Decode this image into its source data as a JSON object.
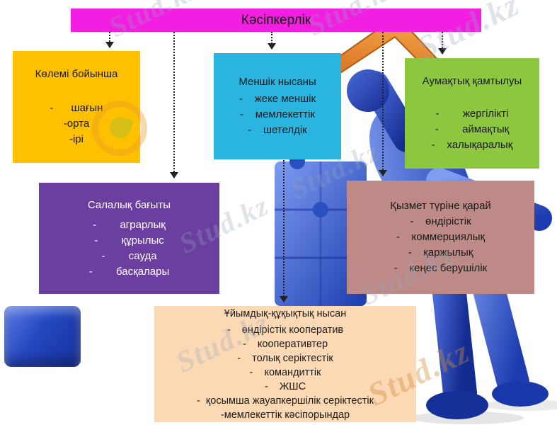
{
  "title": "Кәсіпкерлік",
  "watermarks": {
    "text": "Stud.kz",
    "text_double": "Stud.kz - Stud.kz"
  },
  "colors": {
    "header": "#f21fe3",
    "size_box": "#ffc000",
    "ownership_box": "#2ab4e0",
    "territory_box": "#8dc63f",
    "industry_box": "#6b3fa0",
    "activity_box": "#bd8a87",
    "legal_box": "#fcd9b5",
    "arrow": "#222222"
  },
  "boxes": {
    "size": {
      "title": "Көлемі бойынша",
      "items": [
        "-      шағын",
        "-орта",
        "-ірі"
      ]
    },
    "ownership": {
      "title": "Меншік нысаны",
      "items": [
        "-    жеке меншік",
        "-    мемлекеттік",
        "-    шетелдік"
      ]
    },
    "territory": {
      "title": "Аумақтық қамтылуы",
      "items": [
        "-        жергілікті",
        "-        аймақтық",
        "-    халықаралық"
      ]
    },
    "industry": {
      "title": "Салалық бағыты",
      "items": [
        "-        аграрлық",
        "-        құрылыс",
        "-        сауда",
        "-        басқалары"
      ]
    },
    "activity": {
      "title": "Қызмет түріне қарай",
      "items": [
        "-    өндірістік",
        "-    коммерциялық",
        "-    қаржылық",
        "-    кеңес берушілік"
      ]
    },
    "legal": {
      "title": "Ұйымдық-құқықтық нысан",
      "items": [
        "-    өндірістік кооператив",
        "-    кооперативтер",
        "-    толық серіктестік",
        "-    командиттік",
        "-    ЖШС",
        "-  қосымша жауапкершілік серіктестік",
        "-мемлекеттік кәсіпорындар"
      ]
    }
  }
}
